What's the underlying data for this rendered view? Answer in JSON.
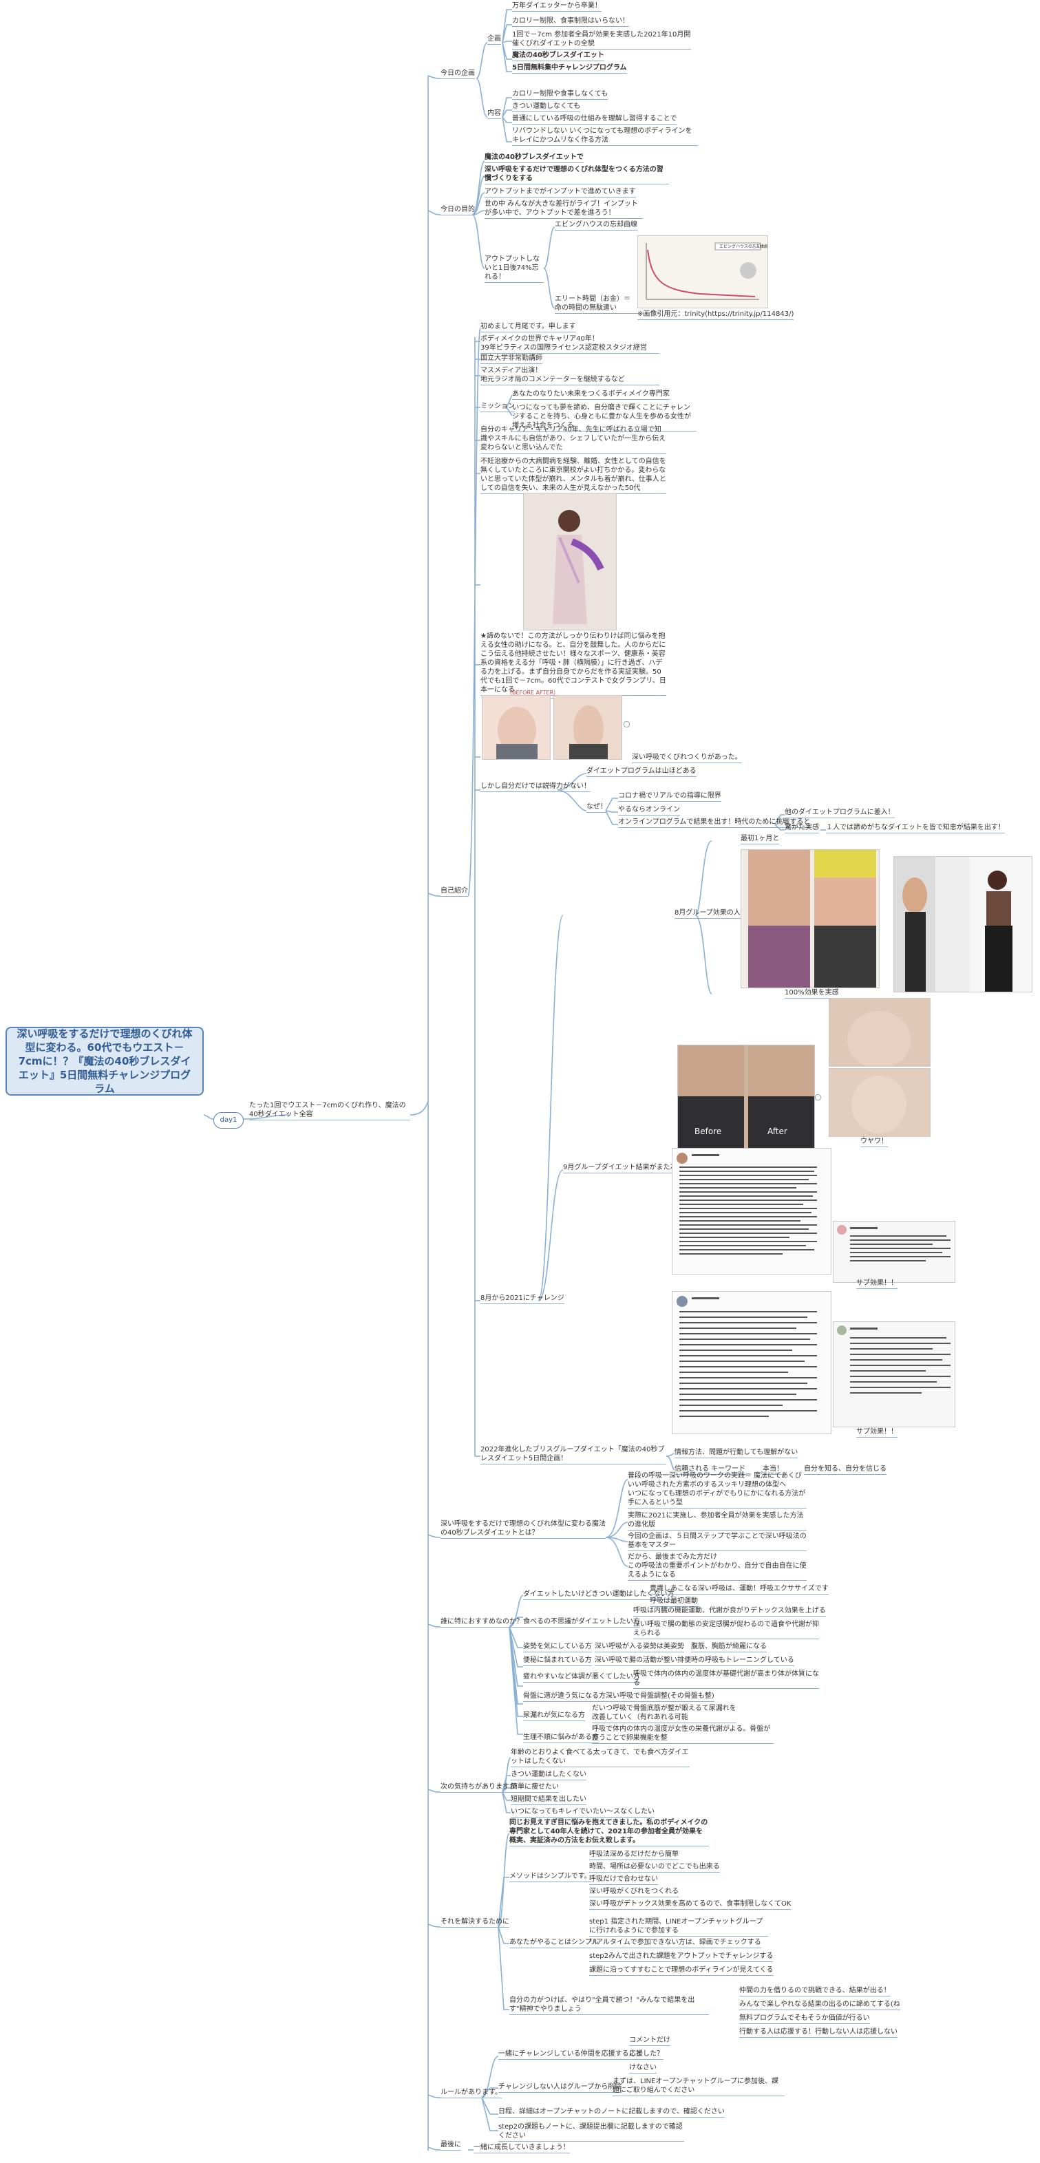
{
  "root": {
    "title": "深い呼吸をするだけで理想のくびれ体型に変わる。60代でもウエスト－7cmに！？『魔法の40秒ブレスダイエット』5日間無料チャレンジプログラム"
  },
  "day": "day1",
  "branch": "たった1回でウエスト－7cmのくびれ作り、魔法の40秒ダイエット全容",
  "sections": {
    "today_plan": "今日の企画",
    "today_goal": "今日の目的",
    "self_intro": "自己紹介",
    "what_is": "深い呼吸をするだけで理想のくびれ体型に変わる魔法の40秒ブレスダイエットとは？",
    "recommend": "誰に特におすすめなのか？",
    "feelings": "次の気持ちがありますか",
    "solve": "それを解決するために",
    "rules": "ルールがあります。",
    "last": "最後に"
  },
  "plan": {
    "kikaku": "企画",
    "naiyou": "内容",
    "kikaku_items": [
      "万年ダイエッターから卒業！",
      "カロリー制限、食事制限はいらない！",
      "1回で－7cm 参加者全員が効果を実感した2021年10月開催くびれダイエットの全貌",
      "魔法の40秒ブレスダイエット",
      "5日間無料集中チャレンジプログラム"
    ],
    "naiyou_items": [
      "カロリー制限や食事しなくても",
      "きつい運動しなくても",
      "普通にしている呼吸の仕組みを理解し習得することで",
      "リバウンドしない いくつになっても理想のボディラインをキレイにかつムリなく作る方法"
    ]
  },
  "goal": {
    "g1": "魔法の40秒ブレスダイエットで",
    "g2": "深い呼吸をするだけで理想のくびれ体型をつくる方法の習慣づくりをする",
    "g3": "アウトプットまでがインプットで進めていきます",
    "g4": "世の中 みんなが大きな差行がライブ！インプットが多い中で、アウトプットで差を進ろう！",
    "g5": "アウトプットしないと1日後74%忘れる！",
    "ebbinghaus": "エビングハウスの忘却曲線",
    "memory": "エリート時間（お金）＝ 命の時間の無駄遣い",
    "img_source": "※画像引用元：trinity(https://trinity.jp/114843/)",
    "chart_caption": "エビングハウスの忘却曲線"
  },
  "intro": {
    "i1": "初めまして月尾です。申します",
    "i2": "ボディメイクの世界でキャリア40年！\n39年ピラティスの国際ライセンス認定校スタジオ経営",
    "i3": "国立大学非常勤講師",
    "i4": "マスメディア出演！\n地元ラジオ局のコメンテーターを継続するなど",
    "mission_label": "ミッション",
    "m1": "あなたのなりたい未来をつくるボディメイク専門家",
    "m2": "いつになっても夢を諦め、自分磨きで輝くことにチャレンジすることを持ち、心身ともに豊かな人生を歩める女性が増える社会をつくる",
    "i5": "自分のキャリア・キャリア40年、先生に呼ばれる立場で知識やスキルにも自信があり、シェフしていたが一生から伝え変わらないと思い込んでた",
    "i6": "不妊治療からの大病闘病を経験、離婚、女性としての自信を無くしていたところに東京開校がよい打ちかかる。変わらないと思っていた体型が崩れ、メンタルも着が崩れ、仕事人としての自信を失い、未来の人生が見えなかった50代",
    "i7": "★諦めないで！この方法がしっかり伝わりけば同じ悩みを抱える女性の助けになる。と、自分を鼓舞した。人のからだにこう伝える他持続させたい！様々なスポーツ、健康系・美容系の資格をえる分「呼吸・肺（横隔膜）」に行き過ぎ、ハデる力を上げる。まず自分自身でからだを作る実証実験。50代でも1回で－7cm。60代でコンテストで女グランプリ、日本一になる",
    "before_label": "（BEFORE AFTER）",
    "breath_note": "深い呼吸でくびれつくりがあった。",
    "only_self": "しかし自分だけでは説得力がない！",
    "program": "ダイエットプログラムは山ほどある",
    "naze": "なぜ！",
    "r1": "コロナ禍でリアルでの指導に限界",
    "r2": "やるならオンライン",
    "r3": "オンラインプログラムで結果を出す！時代のために挑戦すると",
    "r3a": "他のダイエットプログラムに差入！",
    "r3b": "驚がた実感",
    "r3c": "１人では諦めがちなダイエットを皆で知恵が結果を出す！",
    "chal": "8月から2021にチャレンジ",
    "g8": "8月グループ効果の人",
    "top_label": "最初1ヶ月と",
    "pct": "100%効果を実感",
    "before": "Before",
    "after": "After",
    "uyaw": "ウヤワ！",
    "g9": "9月グループダイエット結果がまた次か",
    "sub2": "サブ効果！！",
    "sub3": "サプ効果！！",
    "i8": "2022年進化したブリスグループダイエット「魔法の40秒ブレスダイエット5日間企画！",
    "kw": "情報方法、問題が行動しても理解がない",
    "kw2": "信頼される キーワード",
    "kw3": "本当！",
    "kw4": "自分を知る、自分を信じる"
  },
  "whatis": {
    "w1": "普段の呼吸一深い呼吸のワークの実践＝ 魔法にてあくびいい呼吸された方素ボのするスッキリ理想の体型へ\nいつになっても理想のボディがでもりにかになれる方法が手に入るという型",
    "w2": "実際に2021に実施し、参加者全員が効果を実感した方法の進化版",
    "w3": "今回の企画は、５日間ステップで学ぶことで深い呼吸法の基本をマスター",
    "w4": "だから、最後までみた方だけ\nこの呼吸法の重要ポイントがわかり、自分で自由自在に使えるようになる"
  },
  "rec": {
    "a": "ダイエットしたいけどきつい運動はしたくない方",
    "a1": "豊識しあこなる深い呼吸は、運動！呼吸エクササイズです",
    "a2": "呼吸は最初運動",
    "b": "食べるの不思議がダイエットしたい方",
    "b1": "呼吸は内臓の機能運動、代謝が良がりデトックス効果を上げる",
    "b2": "深い呼吸で腸の動態の安定感腸が促わるので過食や代謝が抑えられる",
    "c": "姿勢を気にしている方",
    "c1": "深い呼吸が入る姿勢は美姿勢",
    "c2": "腹筋、胸筋が綺麗になる",
    "d": "便秘に悩まれている方",
    "d1": "深い呼吸で腸の活動が整い排便時の呼吸もトレーニングしている",
    "e": "疲れやすいなど体調が悪くてしたい方",
    "e1": "呼吸で体内の体内の温度体が基礎代謝が高まり体が体質になる",
    "f": "骨盤に適が違う気になる方",
    "f1": "深い呼吸で骨盤調整(その骨盤も整)",
    "g": "尿漏れが気になる方",
    "g1": "だいつ呼吸で骨盤底筋が整が鍛えるて尿漏れを改善していく（有れあれる可能",
    "h": "生理不順に悩みがある方",
    "h1": "呼吸で体内の体内の温度が女性の栄養代謝がよる。骨盤が整うことで卵巣機能を整"
  },
  "feel": {
    "f1": "年齢のとおりよく食べてる太ってきて、でも食べ方ダイエットはしたくない",
    "f2": "きつい運動はしたくない",
    "f3": "簡単に痩せたい",
    "f4": "短期間で結果を出したい",
    "f5": "いつになってもキレイでいたい〜スなくしたい"
  },
  "solv": {
    "s0": "同じお見えすぎ目に悩みを抱えてきました。私のボディメイクの専門家として40年人を続けて、2021年の参加者全員が効果を概実、実証済みの方法をお伝え致します。",
    "simple": "メソッドはシンプルです。",
    "ms1": "呼吸法深めるだけだから簡単",
    "ms2": "時間、場所は必要ないのでどこでも出来る",
    "ms3": "呼吸だけで合わせない",
    "ms4": "深い呼吸がくびれをつくれる",
    "ms5": "深い呼吸がデトックス効果を高めてるので、食事制限しなくてOK",
    "yaru": "あなたがやることはシンプル",
    "y1": "step1 指定された期間、LINEオープンチャットグループに行けれるようにで参加する",
    "y2": "リアルタイムで参加できない方は、録画でチェックする",
    "y3": "step2みんで出された課題をアウトプットでチャレンジする",
    "y4": "課題に沿ってすすむことで理想のボディラインが見えてくる",
    "jibun": "自分の力がつけば、やはり\"全員で勝つ！\"みんなで結果を出す\"精神でやりましょう",
    "j1": "仲間の力を借りるので挑戦できる、結果が出る！",
    "j2": "みんなで楽しやれなる結果の出るのに諦めてする(ね",
    "j3": "無料プログラムでそもそうか価値が行るい",
    "j4": "行動する人は応援する！行動しない人は応援しない"
  },
  "rule": {
    "r1": "一緒にチャレンジしている仲間を応援すること",
    "r1a": "コメントだけ",
    "r1b": "応援した？",
    "r1c": "けなさい",
    "r2": "チャレンジしない人はグループから削除",
    "r2a": "まずは、LINEオープンチャットグループに参加後、課題にご取り組んでください",
    "r3": "日程、詳細はオープンチャットのノートに記載しますので、確認ください",
    "r4": "step2の課題もノートに、課題提出欄に記載しますので確認ください"
  },
  "last": {
    "l1": "一緒に成長していきましょう！"
  }
}
